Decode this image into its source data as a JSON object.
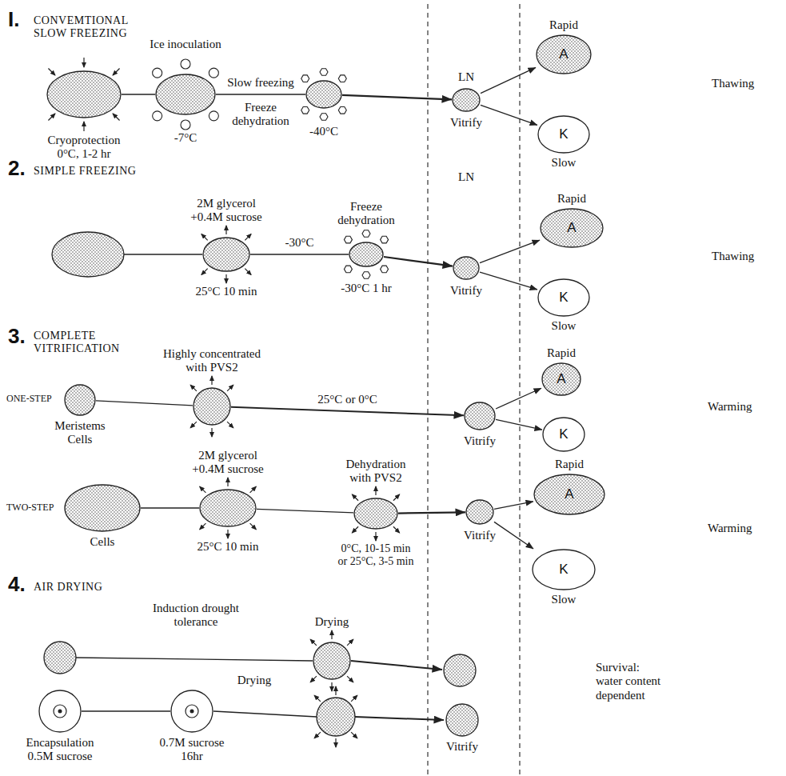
{
  "diagram": {
    "nodes": [
      {
        "text": [
          "Cryoprotection 0°C, 1-2 hr"
        ]
      },
      {
        "text": [
          "Ice inoculation",
          "-7°C"
        ]
      },
      {
        "text": [
          "-40°C"
        ]
      },
      {
        "text": [
          "LN",
          "Vitrify"
        ]
      },
      {
        "text": [
          "Rapid",
          "A"
        ]
      },
      {
        "text": [
          "K",
          "Slow"
        ]
      },
      {
        "text": [
          "2M glycerol +0.4M sucrose",
          "25°C 10 min"
        ]
      },
      {
        "text": [
          "Freeze dehydration",
          "-30°C 1 hr"
        ]
      },
      {
        "text": [
          "LN",
          "Vitrify"
        ]
      },
      {
        "text": [
          "Rapid",
          "A"
        ]
      },
      {
        "text": [
          "K",
          "Slow"
        ]
      },
      {
        "text": [
          "Meristems Cells"
        ]
      },
      {
        "text": [
          "Highly concentrated with PVS2"
        ]
      },
      {
        "text": [
          "Vitrify"
        ]
      },
      {
        "text": [
          "Rapid",
          "A"
        ]
      },
      {
        "text": [
          "K"
        ]
      },
      {
        "text": [
          "Cells"
        ]
      },
      {
        "text": [
          "2M glycerol +0.4M sucrose",
          "25°C 10 min"
        ]
      },
      {
        "text": [
          "Dehydration with PVS2",
          "0°C, 10-15 min or 25°C, 3-5 min"
        ]
      },
      {
        "text": [
          "Vitrify"
        ]
      },
      {
        "text": [
          "Rapid",
          "A"
        ]
      },
      {
        "text": [
          "K",
          "Slow"
        ]
      },
      {
        "text": [
          "Drying"
        ]
      },
      {
        "text": [
          "Encapsulation 0.5M sucrose"
        ]
      },
      {
        "text": [
          "0.7M sucrose 16hr"
        ]
      },
      {
        "text": [
          "Vitrify"
        ]
      }
    ],
    "edges": [
      {
        "from": 0,
        "to": 1,
        "arrow": "none"
      },
      {
        "from": 1,
        "to": 2,
        "arrow": "none",
        "label": "Slow freezing"
      },
      {
        "from": 2,
        "to": 3,
        "arrow": "to"
      },
      {
        "from": 3,
        "to": 4,
        "arrow": "to"
      },
      {
        "from": 3,
        "to": 5,
        "arrow": "to"
      },
      {
        "from": 6,
        "to": 7,
        "arrow": "none",
        "label": "-30°C"
      },
      {
        "from": 7,
        "to": 8,
        "arrow": "to"
      },
      {
        "from": 8,
        "to": 9,
        "arrow": "to"
      },
      {
        "from": 8,
        "to": 10,
        "arrow": "to"
      },
      {
        "from": 11,
        "to": 12,
        "arrow": "none"
      },
      {
        "from": 12,
        "to": 13,
        "arrow": "to",
        "label": "25°C or 0°C"
      },
      {
        "from": 13,
        "to": 14,
        "arrow": "to"
      },
      {
        "from": 13,
        "to": 15,
        "arrow": "to"
      },
      {
        "from": 16,
        "to": 17,
        "arrow": "none"
      },
      {
        "from": 17,
        "to": 18,
        "arrow": "none"
      },
      {
        "from": 18,
        "to": 19,
        "arrow": "to"
      },
      {
        "from": 19,
        "to": 20,
        "arrow": "to"
      },
      {
        "from": 19,
        "to": 21,
        "arrow": "to"
      },
      {
        "from": 23,
        "to": 24,
        "arrow": "none"
      }
    ],
    "labels": [
      "I.",
      "CONVEMTIONAL SLOW FREEZING",
      "Freeze dehydration",
      "Thawing",
      "2.",
      "SIMPLE FREEZING",
      "Thawing",
      "3.",
      "COMPLETE VITRIFICATION",
      "ONE-STEP",
      "Warming",
      "TWO-STEP",
      "Warming",
      "4.",
      "AIR DRYING",
      "Induction drought tolerance",
      "Drying",
      "Survival: water content dependent"
    ]
  }
}
